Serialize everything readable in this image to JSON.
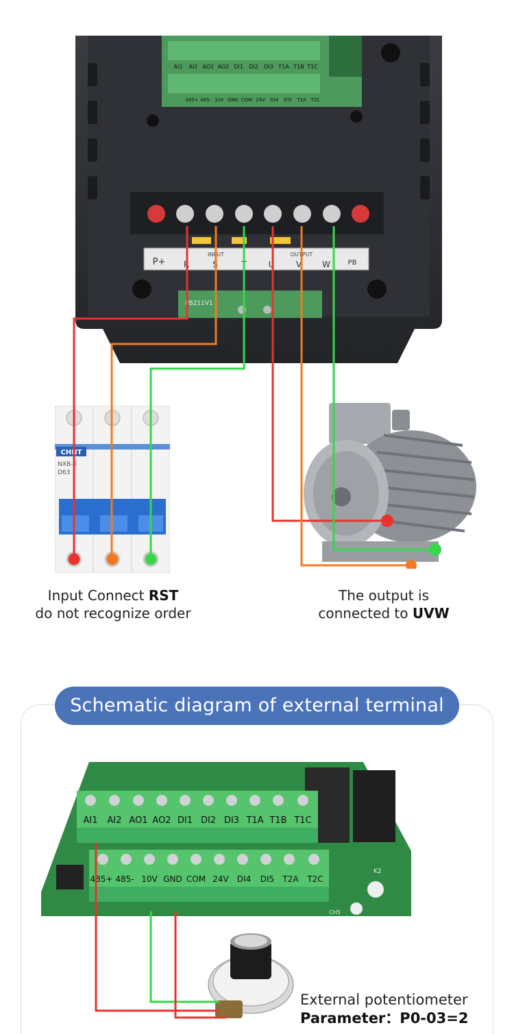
{
  "drive": {
    "board_labels_top": [
      "AI1",
      "AI2",
      "AO1",
      "AO2",
      "DI1",
      "DI2",
      "DI3",
      "T1A",
      "T1B",
      "T1C"
    ],
    "board_labels_bottom": [
      "485+",
      "485-",
      "10V",
      "GND",
      "COM",
      "24V",
      "DI4",
      "DI5",
      "T2A",
      "T2C"
    ],
    "power_terminals": [
      "P+",
      "R",
      "S",
      "T",
      "U",
      "V",
      "W",
      "PB"
    ],
    "input_label": "INPUT",
    "output_label": "OUTPUT",
    "board_code": "PB211V1"
  },
  "breaker": {
    "brand": "CHNT",
    "model": "NXB-6",
    "rating": "D63"
  },
  "captions": {
    "input_line1_prefix": "Input Connect ",
    "input_line1_bold": "RST",
    "input_line2": "do not recognize order",
    "output_line1": "The output is",
    "output_line2_prefix": "connected to ",
    "output_line2_bold": "UVW"
  },
  "banner": {
    "title": "Schematic diagram of external terminal"
  },
  "terminal_board": {
    "top_labels": [
      "AI1",
      "AI2",
      "AO1",
      "AO2",
      "DI1",
      "DI2",
      "DI3",
      "T1A",
      "T1B",
      "T1C"
    ],
    "bottom_labels": [
      "485+",
      "485-",
      "10V",
      "GND",
      "COM",
      "24V",
      "DI4",
      "DI5",
      "T2A",
      "T2C"
    ],
    "silk_k2": "K2",
    "silk_ch5": "CH5"
  },
  "potentiometer": {
    "line1": "External potentiometer",
    "param_prefix": "Parameter：",
    "param_value": "P0-03=2"
  },
  "colors": {
    "wire_red": "#e8332e",
    "wire_orange": "#f07a22",
    "wire_green": "#37d64b",
    "banner": "#4b73b8",
    "terminal_green": "#3fae63",
    "housing": "#2b2d31"
  }
}
